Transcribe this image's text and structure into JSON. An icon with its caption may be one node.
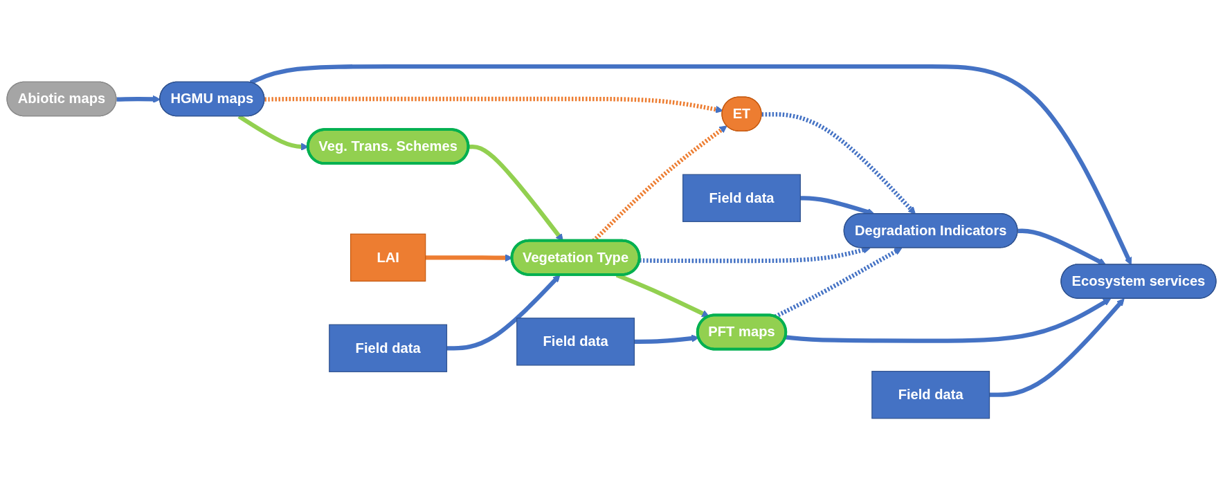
{
  "diagram": {
    "nodes": [
      {
        "text": [
          "Abiotic maps"
        ]
      },
      {
        "text": [
          "HGMU maps"
        ]
      },
      {
        "text": [
          "ET"
        ]
      },
      {
        "text": [
          "Field data"
        ]
      },
      {
        "text": [
          "Degradation Indicators"
        ]
      },
      {
        "text": [
          "Ecosystem services"
        ]
      },
      {
        "text": [
          "Veg. Trans. Schemes"
        ]
      },
      {
        "text": [
          "Vegetation Type"
        ]
      },
      {
        "text": [
          "PFT maps"
        ]
      },
      {
        "text": [
          "Field data"
        ]
      },
      {
        "text": [
          "LAI"
        ]
      },
      {
        "text": [
          "Field data"
        ]
      },
      {
        "text": [
          "Field data"
        ]
      }
    ],
    "edges": [
      {
        "from": 0,
        "to": 1,
        "arrow": "to"
      },
      {
        "from": 1,
        "to": 5,
        "arrow": "to"
      },
      {
        "from": 1,
        "to": 2,
        "arrow": "to",
        "style": "dashed",
        "color": "#ed7d31"
      },
      {
        "from": 1,
        "to": 6,
        "arrow": "to",
        "color": "#92d050"
      },
      {
        "from": 2,
        "to": 4,
        "arrow": "to",
        "style": "dashed"
      },
      {
        "from": 3,
        "to": 4,
        "arrow": "to"
      },
      {
        "from": 4,
        "to": 5,
        "arrow": "to"
      },
      {
        "from": 6,
        "to": 7,
        "arrow": "to",
        "color": "#92d050"
      },
      {
        "from": 7,
        "to": 2,
        "arrow": "to",
        "style": "dashed",
        "color": "#ed7d31"
      },
      {
        "from": 7,
        "to": 4,
        "arrow": "to",
        "style": "dashed"
      },
      {
        "from": 7,
        "to": 8,
        "arrow": "to",
        "color": "#92d050"
      },
      {
        "from": 8,
        "to": 4,
        "arrow": "to",
        "style": "dashed"
      },
      {
        "from": 8,
        "to": 5,
        "arrow": "to"
      },
      {
        "from": 9,
        "to": 5,
        "arrow": "to"
      },
      {
        "from": 10,
        "to": 7,
        "arrow": "to",
        "color": "#ed7d31"
      },
      {
        "from": 11,
        "to": 7,
        "arrow": "to"
      },
      {
        "from": 12,
        "to": 8,
        "arrow": "to"
      }
    ]
  }
}
